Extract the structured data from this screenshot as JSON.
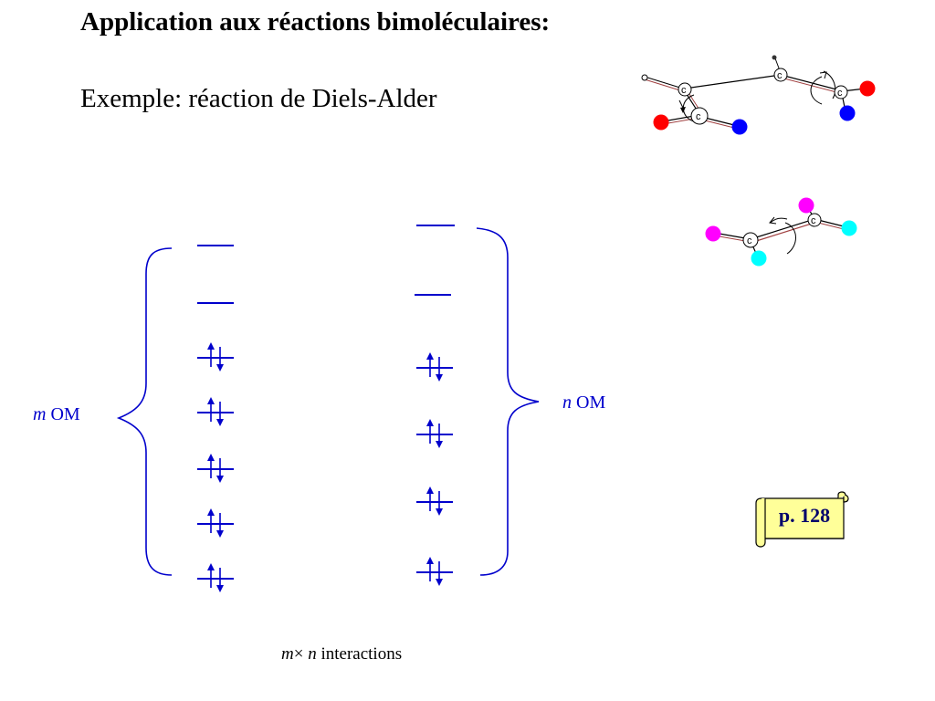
{
  "slide": {
    "title": "Application aux réactions bimoléculaires:",
    "subtitle": "Exemple: réaction de  Diels-Alder"
  },
  "labels": {
    "m_var": "m",
    "n_var": "n",
    "om": "OM",
    "times": "×",
    "interactions": "interactions"
  },
  "page_note": {
    "text": "p. 128",
    "fill_color": "#ffff99",
    "border_color": "#000000"
  },
  "orbital_diagram": {
    "left_column": {
      "count_symbol": "m",
      "levels": [
        "empty",
        "empty",
        "filled",
        "filled",
        "filled",
        "filled",
        "filled"
      ]
    },
    "right_column": {
      "count_symbol": "n",
      "levels": [
        "empty",
        "empty",
        "filled",
        "filled",
        "filled",
        "filled"
      ]
    },
    "line_color": "#0000cc"
  },
  "molecules": {
    "diene": {
      "carbon_label": "c",
      "substituent_colors": [
        "#ff0000",
        "#0000ff",
        "#ff0000",
        "#0000ff"
      ]
    },
    "dienophile": {
      "carbon_label": "c",
      "substituent_colors": [
        "#ff00ff",
        "#00ffff",
        "#ff00ff",
        "#00ffff"
      ]
    }
  }
}
